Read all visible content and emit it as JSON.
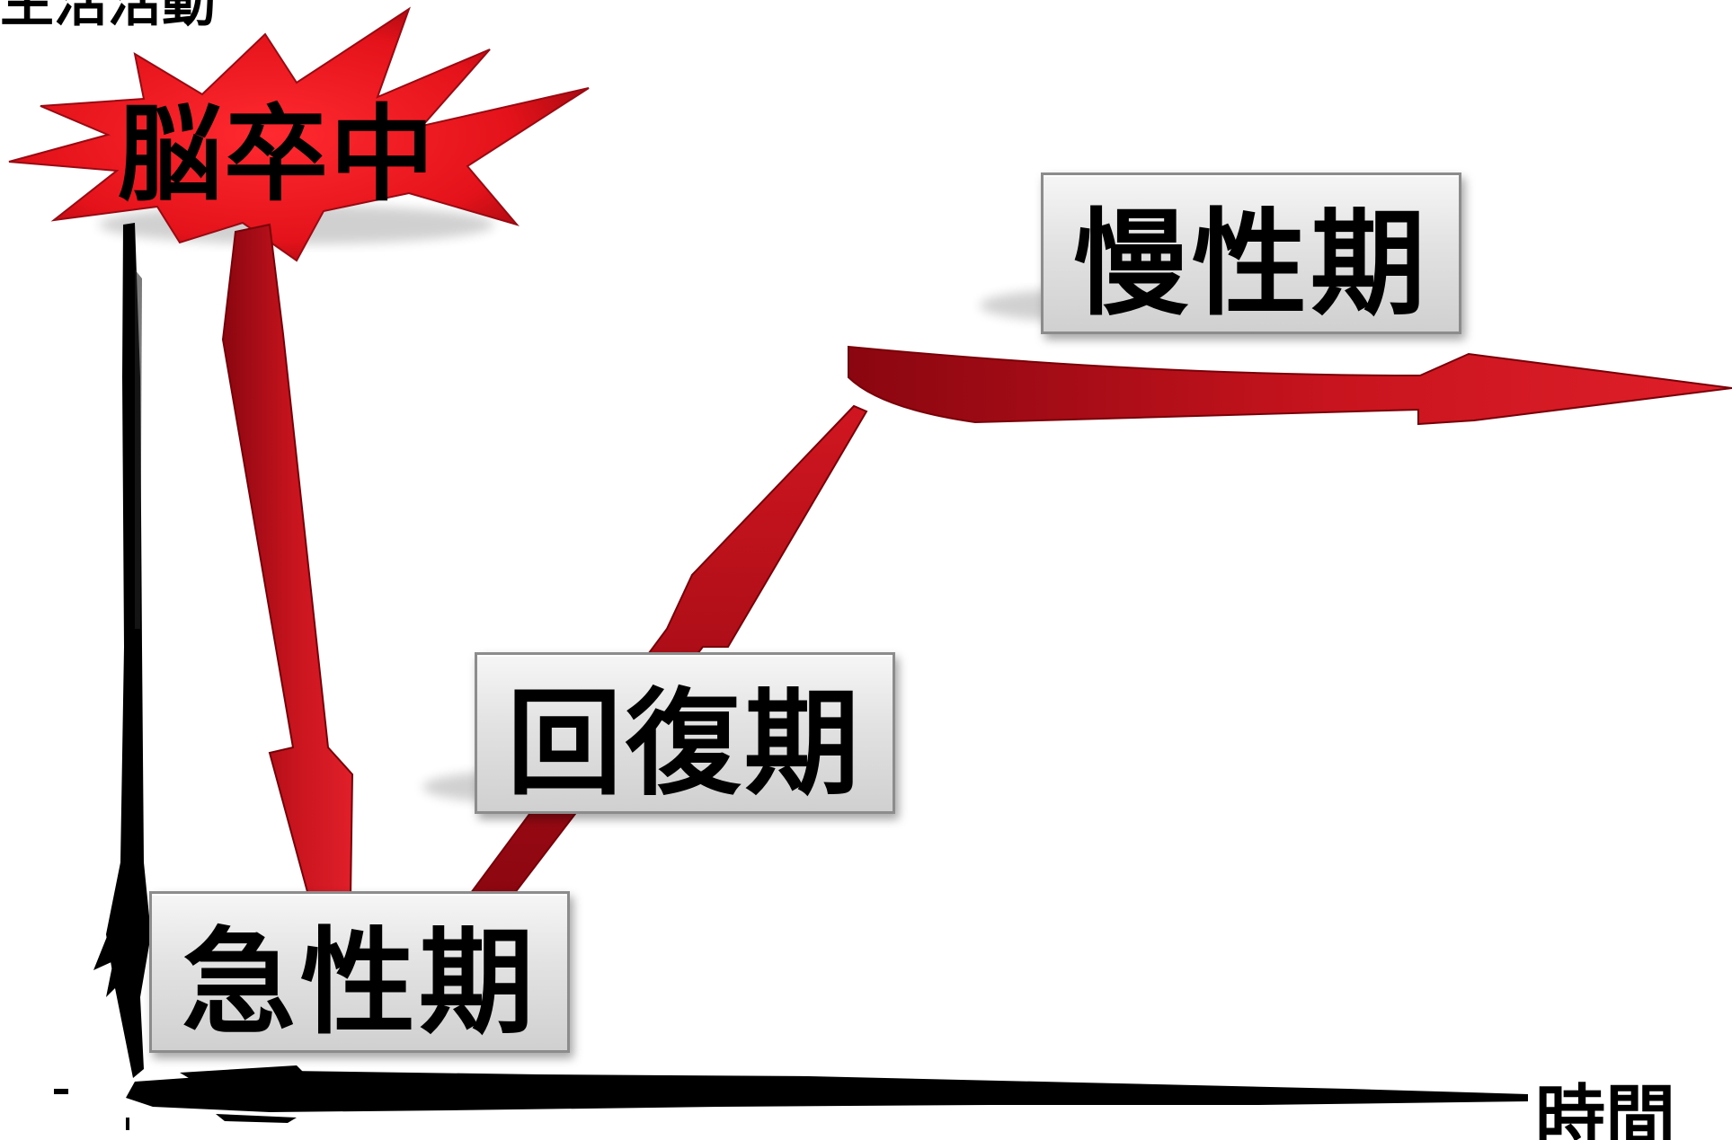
{
  "axes": {
    "y_label": "生活活動",
    "x_label": "時間"
  },
  "burst": {
    "label": "脳卒中"
  },
  "phases": {
    "acute": "急性期",
    "recovery": "回復期",
    "chronic": "慢性期"
  },
  "colors": {
    "arrow_red": "#c8141e",
    "arrow_dark": "#7a0008",
    "burst_red": "#e8121a",
    "axis_black": "#000000",
    "box_gray": "#dcdcdc"
  }
}
